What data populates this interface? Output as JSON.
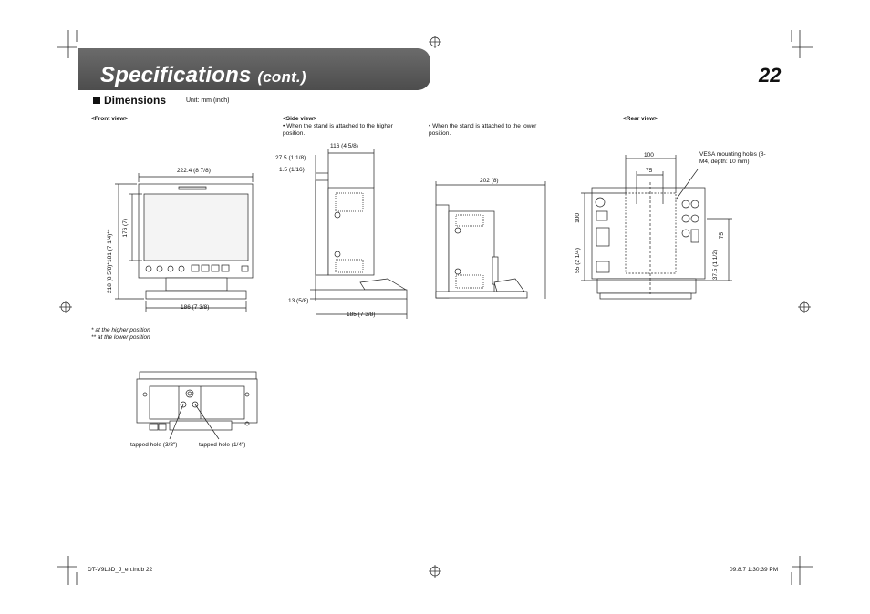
{
  "header": {
    "title": "Specifications",
    "title_suffix": "(cont.)",
    "page_number": "22"
  },
  "section": {
    "title": "Dimensions",
    "unit": "Unit: mm (inch)"
  },
  "front_view": {
    "label": "<Front view>",
    "width": "222.4 (8 7/8)",
    "inner_height": "176 (7)",
    "outer_height": "218 (8 5/8)*181 (7 1/4)**",
    "base_width": "186 (7 3/8)",
    "note_higher": "*  at the higher position",
    "note_lower": "** at the lower position"
  },
  "side_view": {
    "label": "<Side view>",
    "note": "• When the stand is attached to the higher position.",
    "depth": "116 (4 5/8)",
    "offset_top": "27.5 (1 1/8)",
    "offset_small": "1.5 (1/16)",
    "foot_height": "13 (5/8)",
    "base_depth": "185 (7 3/8)"
  },
  "side_view_lower": {
    "note": "• When the stand is attached to the lower position.",
    "depth": "202 (8)"
  },
  "rear_view": {
    "label": "<Rear view>",
    "width_outer": "100",
    "width_inner": "75",
    "vesa_note": "VESA mounting holes (8-M4, depth: 10 mm)",
    "height_left": "100",
    "height_right": "75",
    "offset_left": "55 (2 1/4)",
    "offset_right": "37.5 (1 1/2)"
  },
  "bottom_view": {
    "hole_large": "tapped hole (3/8\")",
    "hole_small": "tapped hole (1/4\")"
  },
  "footer": {
    "file": "DT-V9L3D_J_en.indb   22",
    "timestamp": "09.8.7   1:30:39 PM"
  }
}
